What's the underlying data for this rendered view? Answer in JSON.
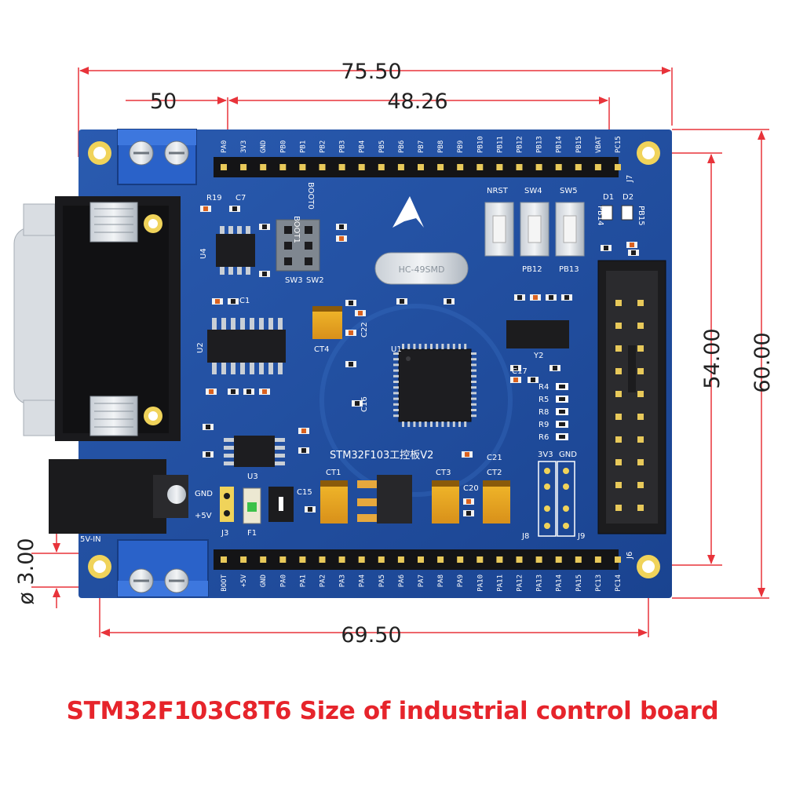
{
  "caption": "STM32F103C8T6 Size of industrial control board",
  "colors": {
    "board": "#1f4e9c",
    "dimension": "#e8333a",
    "caption": "#e6242b",
    "terminal": "#2a62c9"
  },
  "dimensions": {
    "overall_width": "75.50",
    "header_span": "48.26",
    "left_offset": "50",
    "hole_span_width": "69.50",
    "hole_span_height": "54.00",
    "overall_height": "60.00",
    "hole_diameter": "ø 3.00"
  },
  "board": {
    "top_header_pins": [
      "PA0",
      "3V3",
      "GND",
      "PB0",
      "PB1",
      "PB2",
      "PB3",
      "PB4",
      "PB5",
      "PB6",
      "PB7",
      "PB8",
      "PB9",
      "PB10",
      "PB11",
      "PB12",
      "PB13",
      "PB14",
      "PB15",
      "VBAT",
      "PC15"
    ],
    "bottom_header_pins": [
      "BOOT",
      "+5V",
      "GND",
      "PA0",
      "PA1",
      "PA2",
      "PA3",
      "PA4",
      "PA5",
      "PA6",
      "PA7",
      "PA8",
      "PA9",
      "PA10",
      "PA11",
      "PA12",
      "PA13",
      "PA14",
      "PA15",
      "PC13",
      "PC14"
    ],
    "labels": {
      "j7": "J7",
      "j6": "J6",
      "j3": "J3",
      "j8": "J8",
      "j9": "J9",
      "u1": "U1",
      "u2": "U2",
      "u3": "U3",
      "u4": "U4",
      "y2": "Y2",
      "crystal": "HC-49SMD",
      "board_name": "STM32F103工控板V2",
      "power_in": "5V-IN",
      "nrst": "NRST",
      "sw4": "SW4",
      "sw5": "SW5",
      "pb12": "PB12",
      "pb13": "PB13",
      "pb14": "PB14",
      "pb15": "PB15",
      "d1": "D1",
      "d2": "D2",
      "gnd": "GND",
      "plus5v": "+5V",
      "f1": "F1",
      "ct1": "CT1",
      "ct2": "CT2",
      "ct3": "CT3",
      "ct4": "CT4",
      "c1": "C1",
      "c7": "C7",
      "c15": "C15",
      "c16": "C16",
      "c17": "C17",
      "c20": "C20",
      "c21": "C21",
      "c22": "C22",
      "r19": "R19",
      "boot1": "BOOT1",
      "boot0": "BOOT0",
      "sw3": "SW3",
      "sw2": "SW2",
      "p3v3": "3V3",
      "r_list": [
        "R4",
        "R5",
        "R8",
        "R9",
        "R6"
      ]
    }
  }
}
